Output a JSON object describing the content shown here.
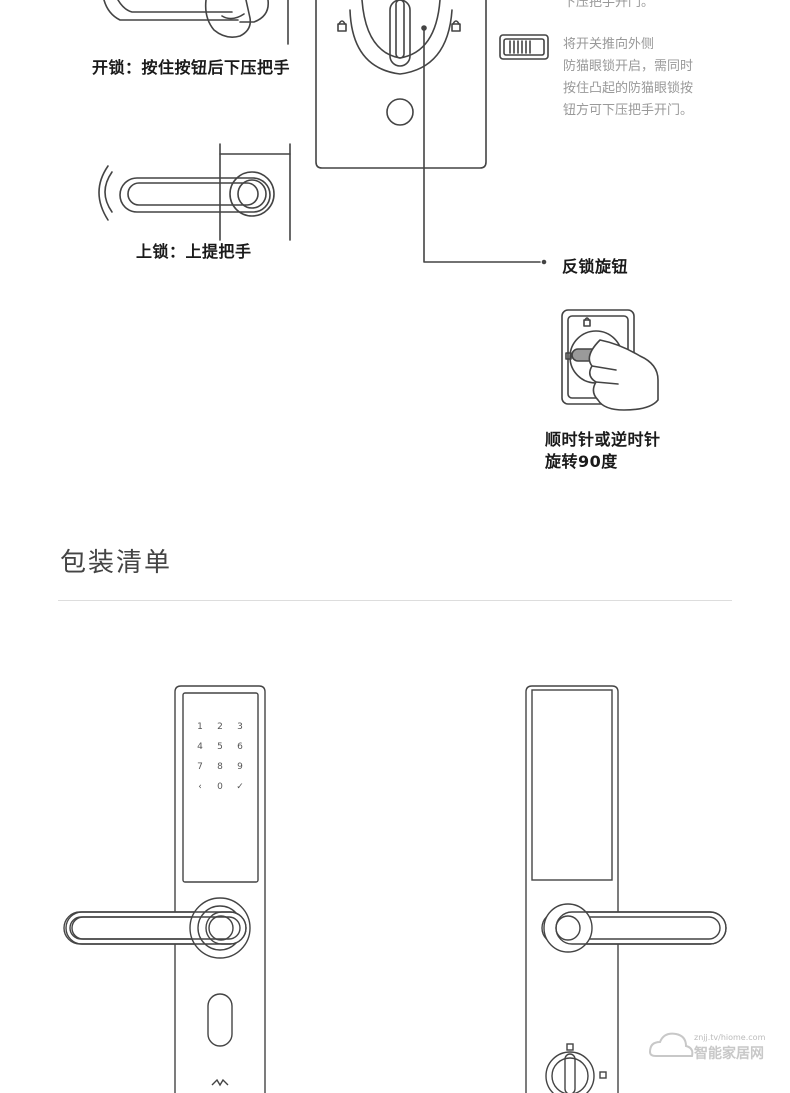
{
  "diagram": {
    "unlock_caption": "开锁：按住按钮后下压把手",
    "lock_caption": "上锁：上提把手",
    "anti_lock_knob_label": "反锁旋钮",
    "knob_instruction_line1": "顺时针或逆时针",
    "knob_instruction_line2": "旋转90度",
    "top_note_line0": "下压把手开门。",
    "peephole_note_lines": [
      "将开关推向外侧",
      "防猫眼锁开启，需同时",
      "按住凸起的防猫眼锁按",
      "钮方可下压把手开门。"
    ]
  },
  "package": {
    "title": "包装清单",
    "keypad_keys": [
      "1",
      "2",
      "3",
      "4",
      "5",
      "6",
      "7",
      "8",
      "9",
      "‹",
      "0",
      "✓"
    ]
  },
  "watermark": {
    "line1": "znjj.tv/hiome.com",
    "line2": "智能家居网"
  },
  "colors": {
    "line": "#444444",
    "muted_text": "#999999",
    "divider": "#dddddd"
  }
}
